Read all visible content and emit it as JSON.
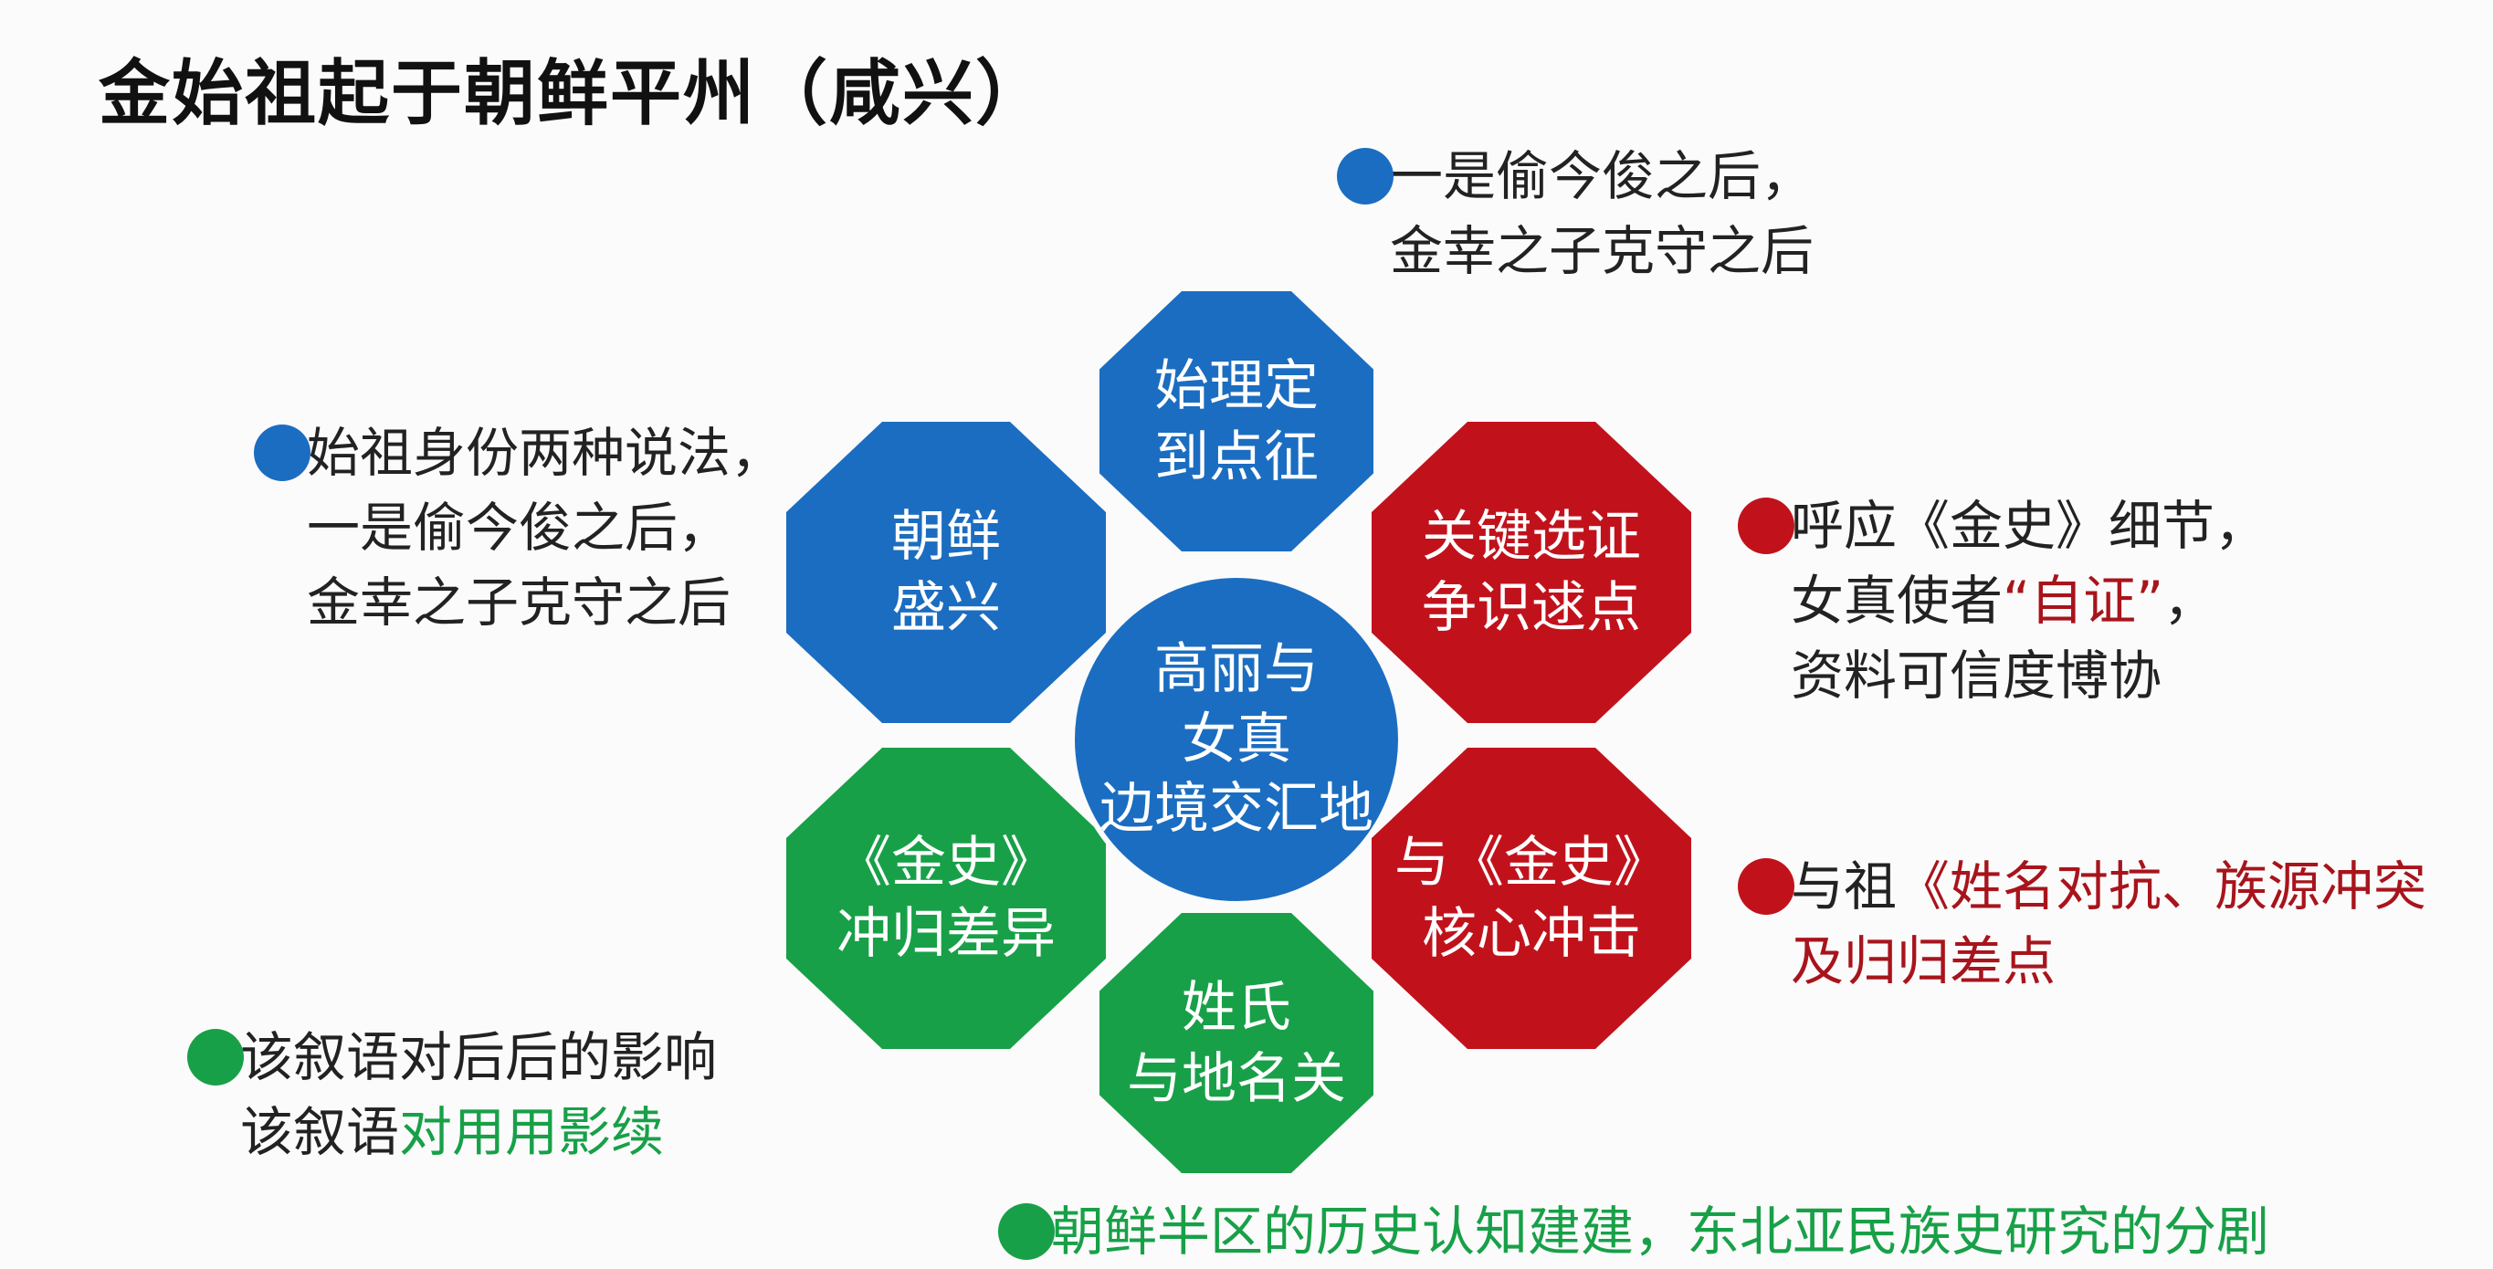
{
  "title": "金始祖起于朝鲜平州（咸兴）",
  "colors": {
    "blue": "#1b6dc1",
    "red": "#c1121c",
    "green": "#18a048"
  },
  "center": {
    "lines": [
      "高丽与",
      "女真",
      "边境交汇地"
    ]
  },
  "nodes": [
    {
      "id": "top",
      "color": "blue",
      "lines": [
        "始理定",
        "到点征"
      ]
    },
    {
      "id": "upper-left",
      "color": "blue",
      "lines": [
        "朝鲜",
        "盛兴"
      ]
    },
    {
      "id": "upper-right",
      "color": "red",
      "lines": [
        "关键选证",
        "争识逑点"
      ]
    },
    {
      "id": "lower-left",
      "color": "green",
      "lines": [
        "《金史》",
        "冲归差异"
      ]
    },
    {
      "id": "lower-right",
      "color": "red",
      "lines": [
        "与《金史》",
        "核心冲击"
      ]
    },
    {
      "id": "bottom",
      "color": "green",
      "lines": [
        "姓氏",
        "与地名关"
      ]
    }
  ],
  "notes": {
    "top": {
      "lines": [
        "一是偷今俊之后，",
        "金幸之子克守之后"
      ]
    },
    "left": {
      "lines": [
        "始祖身份两种说法，",
        "一是偷今俊之后，",
        "金幸之子克守之后"
      ]
    },
    "right_upper": {
      "line1": "呼应《金史》细节，",
      "line2_a": "女真使者",
      "line2_b": "“自证”",
      "line2_c": "，",
      "line3": "资料可信度博协"
    },
    "right_lower": {
      "line1_a": "与祖",
      "line1_b": "《姓名对抗、族源冲突",
      "line2": "及归归差点"
    },
    "left_lower": {
      "line1": "该叙语对后后的影响",
      "line2_a": "该叙语",
      "line2_b": "对用用影续"
    },
    "bottom": {
      "text": "朝鲜半区的历史认知建建，东北亚民族史研究的分剧"
    }
  }
}
